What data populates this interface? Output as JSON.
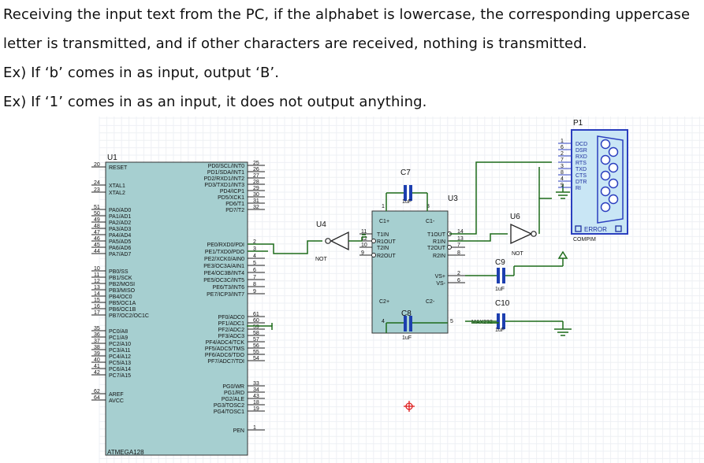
{
  "intro": {
    "line1": "Receiving the input text from the PC, if the alphabet is lowercase, the corresponding uppercase",
    "line2": "letter is transmitted, and if other characters are received, nothing is transmitted.",
    "line3": "Ex) If ‘b’ comes in as input, output ‘B’.",
    "line4": "Ex) If ‘1’ comes in as an input, it does not output anything."
  },
  "schematic": {
    "colors": {
      "chip_fill": "#a6cfd0",
      "wire": "#1d6b1a",
      "grid_minor": "#eef0f4",
      "grid_major": "#dde1e8",
      "connector_fill": "#c9e6f5",
      "connector_stroke": "#2b3fbf",
      "accent_red": "#e02020"
    },
    "u1": {
      "ref": "U1",
      "part": "ATMEGA128",
      "left_pins": [
        {
          "num": "20",
          "name": "RESET"
        },
        {
          "num": "24",
          "name": "XTAL1"
        },
        {
          "num": "23",
          "name": "XTAL2"
        },
        {
          "num": "51",
          "name": "PA0/AD0"
        },
        {
          "num": "50",
          "name": "PA1/AD1"
        },
        {
          "num": "49",
          "name": "PA2/AD2"
        },
        {
          "num": "48",
          "name": "PA3/AD3"
        },
        {
          "num": "47",
          "name": "PA4/AD4"
        },
        {
          "num": "46",
          "name": "PA5/AD5"
        },
        {
          "num": "45",
          "name": "PA6/AD6"
        },
        {
          "num": "44",
          "name": "PA7/AD7"
        },
        {
          "num": "10",
          "name": "PB0/SS"
        },
        {
          "num": "11",
          "name": "PB1/SCK"
        },
        {
          "num": "12",
          "name": "PB2/MOSI"
        },
        {
          "num": "13",
          "name": "PB3/MISO"
        },
        {
          "num": "14",
          "name": "PB4/OC0"
        },
        {
          "num": "15",
          "name": "PB5/OC1A"
        },
        {
          "num": "16",
          "name": "PB6/OC1B"
        },
        {
          "num": "17",
          "name": "PB7/OC2/OC1C"
        },
        {
          "num": "35",
          "name": "PC0/A8"
        },
        {
          "num": "36",
          "name": "PC1/A9"
        },
        {
          "num": "37",
          "name": "PC2/A10"
        },
        {
          "num": "38",
          "name": "PC3/A11"
        },
        {
          "num": "39",
          "name": "PC4/A12"
        },
        {
          "num": "40",
          "name": "PC5/A13"
        },
        {
          "num": "41",
          "name": "PC6/A14"
        },
        {
          "num": "42",
          "name": "PC7/A15"
        },
        {
          "num": "62",
          "name": "AREF"
        },
        {
          "num": "64",
          "name": "AVCC"
        }
      ],
      "right_pins": [
        {
          "num": "25",
          "name": "PD0/SCL/INT0"
        },
        {
          "num": "26",
          "name": "PD1/SDA/INT1"
        },
        {
          "num": "27",
          "name": "PD2/RXD1/INT2"
        },
        {
          "num": "28",
          "name": "PD3/TXD1/INT3"
        },
        {
          "num": "29",
          "name": "PD4/ICP1"
        },
        {
          "num": "30",
          "name": "PD5/XCK1"
        },
        {
          "num": "31",
          "name": "PD6/T1"
        },
        {
          "num": "32",
          "name": "PD7/T2"
        },
        {
          "num": "2",
          "name": "PE0/RXD0/PDI"
        },
        {
          "num": "3",
          "name": "PE1/TXD0/PDO"
        },
        {
          "num": "4",
          "name": "PE2/XCK0/AIN0"
        },
        {
          "num": "5",
          "name": "PE3/OC3A/AIN1"
        },
        {
          "num": "6",
          "name": "PE4/OC3B/INT4"
        },
        {
          "num": "7",
          "name": "PE5/OC3C/INT5"
        },
        {
          "num": "8",
          "name": "PE6/T3/INT6"
        },
        {
          "num": "9",
          "name": "PE7/ICP3/INT7"
        },
        {
          "num": "61",
          "name": "PF0/ADC0"
        },
        {
          "num": "60",
          "name": "PF1/ADC1"
        },
        {
          "num": "59",
          "name": "PF2/ADC2"
        },
        {
          "num": "58",
          "name": "PF3/ADC3"
        },
        {
          "num": "57",
          "name": "PF4/ADC4/TCK"
        },
        {
          "num": "56",
          "name": "PF5/ADC5/TMS"
        },
        {
          "num": "55",
          "name": "PF6/ADC6/TDO"
        },
        {
          "num": "54",
          "name": "PF7/ADC7/TDI"
        },
        {
          "num": "33",
          "name": "PG0/WR"
        },
        {
          "num": "34",
          "name": "PG1/RD"
        },
        {
          "num": "43",
          "name": "PG2/ALE"
        },
        {
          "num": "18",
          "name": "PG3/TOSC2"
        },
        {
          "num": "19",
          "name": "PG4/TOSC1"
        },
        {
          "num": "1",
          "name": "PEN"
        }
      ]
    },
    "u3": {
      "ref": "U3",
      "part": "MAX232",
      "left_pins": [
        {
          "num": "11",
          "name": "T1IN"
        },
        {
          "num": "12",
          "name": "R1OUT"
        },
        {
          "num": "10",
          "name": "T2IN"
        },
        {
          "num": "9",
          "name": "R2OUT"
        }
      ],
      "right_pins": [
        {
          "num": "14",
          "name": "T1OUT"
        },
        {
          "num": "13",
          "name": "R1IN"
        },
        {
          "num": "7",
          "name": "T2OUT"
        },
        {
          "num": "8",
          "name": "R2IN"
        },
        {
          "num": "2",
          "name": "VS+"
        },
        {
          "num": "6",
          "name": "VS-"
        }
      ],
      "corner_labels": {
        "c1p": "C1+",
        "c1m": "C1-",
        "c2p": "C2+",
        "c2m": "C2-"
      },
      "pin_top_left": "1",
      "pin_top_right": "3",
      "pin_bottom_left": "4",
      "pin_bottom_right": "5"
    },
    "u4": {
      "ref": "U4",
      "type": "NOT"
    },
    "u6": {
      "ref": "U6",
      "type": "NOT"
    },
    "c7": {
      "ref": "C7",
      "value": "1uF"
    },
    "c8": {
      "ref": "C8",
      "value": "1uF"
    },
    "c9": {
      "ref": "C9",
      "value": "1uF"
    },
    "c10": {
      "ref": "C10",
      "value": "1uF"
    },
    "p1": {
      "ref": "P1",
      "part": "COMPIM",
      "error_label": "ERROR",
      "pins": [
        {
          "num": "1",
          "name": "DCD"
        },
        {
          "num": "6",
          "name": "DSR"
        },
        {
          "num": "2",
          "name": "RXD"
        },
        {
          "num": "7",
          "name": "RTS"
        },
        {
          "num": "3",
          "name": "TXD"
        },
        {
          "num": "8",
          "name": "CTS"
        },
        {
          "num": "4",
          "name": "DTR"
        },
        {
          "num": "9",
          "name": "RI"
        }
      ]
    }
  }
}
